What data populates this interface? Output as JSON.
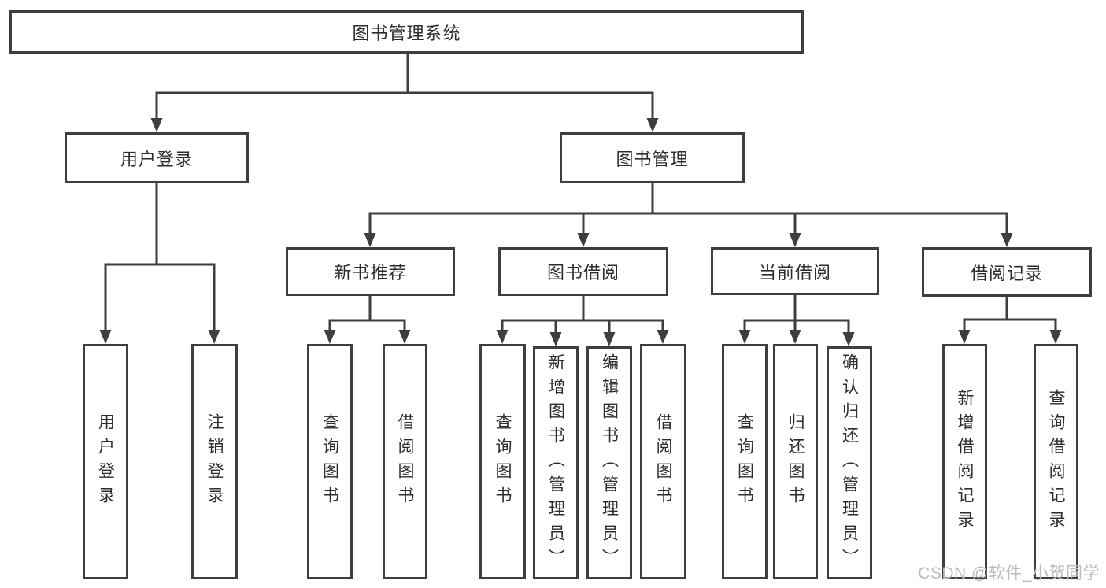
{
  "diagram": {
    "root": {
      "label": "图书管理系统"
    },
    "branches": [
      {
        "label": "用户登录",
        "children": [
          {
            "label": "用户登录"
          },
          {
            "label": "注销登录"
          }
        ]
      },
      {
        "label": "图书管理",
        "children": [
          {
            "label": "新书推荐",
            "children": [
              {
                "label": "查询图书"
              },
              {
                "label": "借阅图书"
              }
            ]
          },
          {
            "label": "图书借阅",
            "children": [
              {
                "label": "查询图书"
              },
              {
                "label": "新增图书（管理员）"
              },
              {
                "label": "编辑图书（管理员）"
              },
              {
                "label": "借阅图书"
              }
            ]
          },
          {
            "label": "当前借阅",
            "children": [
              {
                "label": "查询图书"
              },
              {
                "label": "归还图书"
              },
              {
                "label": "确认归还（管理员）"
              }
            ]
          },
          {
            "label": "借阅记录",
            "children": [
              {
                "label": "新增借阅记录"
              },
              {
                "label": "查询借阅记录"
              }
            ]
          }
        ]
      }
    ]
  },
  "watermark": "CSDN @软件_小贺同学",
  "colors": {
    "line": "#3e3e3e",
    "text": "#2d2d2d",
    "background": "#ffffff",
    "watermark": "#bcbcbc"
  }
}
